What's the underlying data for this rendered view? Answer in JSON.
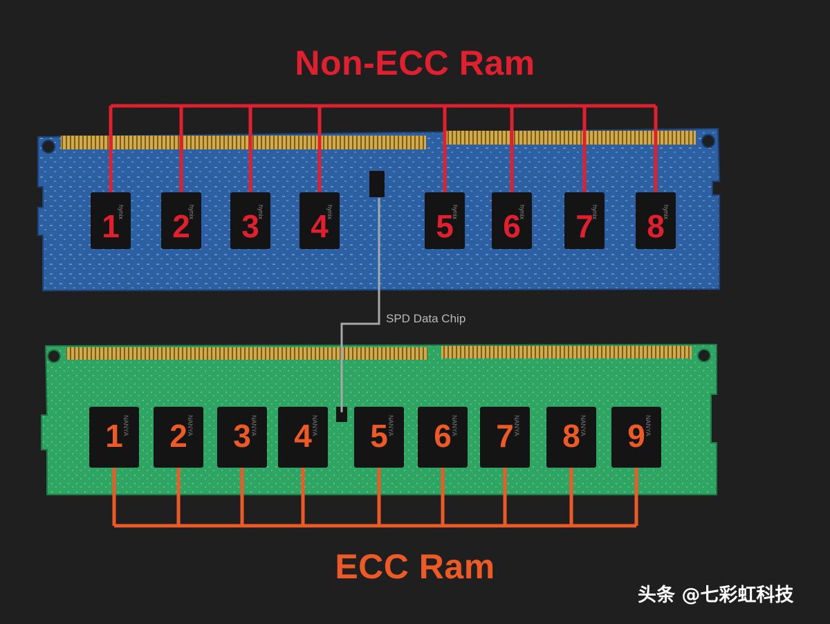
{
  "title_non_ecc": "Non-ECC Ram",
  "title_ecc": "ECC Ram",
  "spd_label": "SPD Data Chip",
  "watermark": "头条 @七彩虹科技",
  "non_ecc_chips": [
    "1",
    "2",
    "3",
    "4",
    "5",
    "6",
    "7",
    "8"
  ],
  "ecc_chips": [
    "1",
    "2",
    "3",
    "4",
    "5",
    "6",
    "7",
    "8",
    "9"
  ],
  "chip_markings": {
    "non_ecc": "hynix",
    "ecc": "NANYA"
  },
  "colors": {
    "background": "#1f1f1f",
    "non_ecc_accent": "#e0202e",
    "ecc_accent": "#ee5a26",
    "non_ecc_pcb": "#2d5fa3",
    "ecc_pcb": "#2fa563",
    "gold_contacts": "#c9a042",
    "chip": "#141414",
    "spd_line": "#a8a8a8"
  }
}
